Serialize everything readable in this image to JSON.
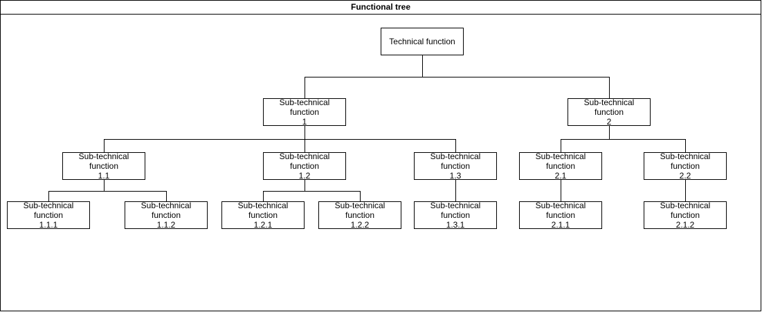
{
  "title": "Functional tree",
  "colors": {
    "stroke": "#000000",
    "fill": "#ffffff"
  },
  "nodes": [
    {
      "id": "root",
      "line1": "Technical function",
      "line2": ""
    },
    {
      "id": "n1",
      "line1": "Sub-technical function",
      "line2": "1"
    },
    {
      "id": "n2",
      "line1": "Sub-technical function",
      "line2": "2"
    },
    {
      "id": "n11",
      "line1": "Sub-technical function",
      "line2": "1.1"
    },
    {
      "id": "n12",
      "line1": "Sub-technical function",
      "line2": "1.2"
    },
    {
      "id": "n13",
      "line1": "Sub-technical function",
      "line2": "1.3"
    },
    {
      "id": "n21",
      "line1": "Sub-technical function",
      "line2": "2.1"
    },
    {
      "id": "n22",
      "line1": "Sub-technical function",
      "line2": "2.2"
    },
    {
      "id": "n111",
      "line1": "Sub-technical function",
      "line2": "1.1.1"
    },
    {
      "id": "n112",
      "line1": "Sub-technical function",
      "line2": "1.1.2"
    },
    {
      "id": "n121",
      "line1": "Sub-technical function",
      "line2": "1.2.1"
    },
    {
      "id": "n122",
      "line1": "Sub-technical function",
      "line2": "1.2.2"
    },
    {
      "id": "n131",
      "line1": "Sub-technical function",
      "line2": "1.3.1"
    },
    {
      "id": "n211",
      "line1": "Sub-technical function",
      "line2": "2.1.1"
    },
    {
      "id": "n212",
      "line1": "Sub-technical function",
      "line2": "2.1.2"
    }
  ],
  "edges": [
    [
      "root",
      "n1"
    ],
    [
      "root",
      "n2"
    ],
    [
      "n1",
      "n11"
    ],
    [
      "n1",
      "n12"
    ],
    [
      "n1",
      "n13"
    ],
    [
      "n2",
      "n21"
    ],
    [
      "n2",
      "n22"
    ],
    [
      "n11",
      "n111"
    ],
    [
      "n11",
      "n112"
    ],
    [
      "n12",
      "n121"
    ],
    [
      "n12",
      "n122"
    ],
    [
      "n13",
      "n131"
    ],
    [
      "n21",
      "n211"
    ],
    [
      "n22",
      "n212"
    ]
  ]
}
